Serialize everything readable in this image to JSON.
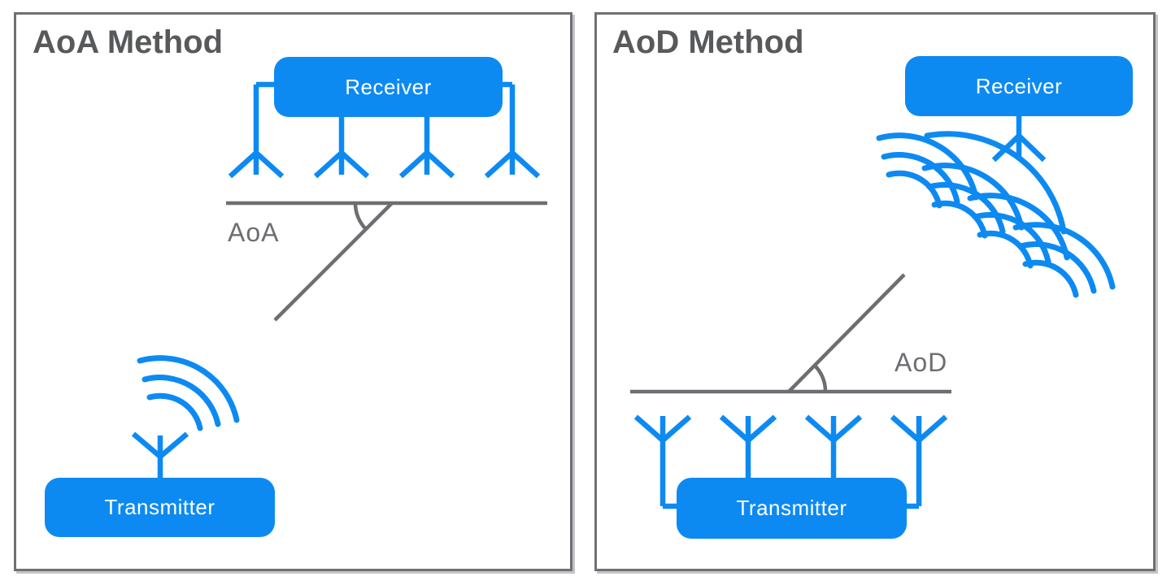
{
  "colors": {
    "accent_blue": "#0d8af2",
    "line_gray": "#6d6e71",
    "title_gray": "#58595b",
    "panel_border": "#6f7073",
    "node_text": "#ffffff",
    "background": "#ffffff"
  },
  "panels": [
    {
      "title": "AoA Method",
      "angle_label": "AoA",
      "receiver": {
        "label": "Receiver",
        "antenna_count": 4
      },
      "transmitter": {
        "label": "Transmitter",
        "antenna_count": 1
      }
    },
    {
      "title": "AoD Method",
      "angle_label": "AoD",
      "receiver": {
        "label": "Receiver",
        "antenna_count": 1
      },
      "transmitter": {
        "label": "Transmitter",
        "antenna_count": 4
      }
    }
  ]
}
